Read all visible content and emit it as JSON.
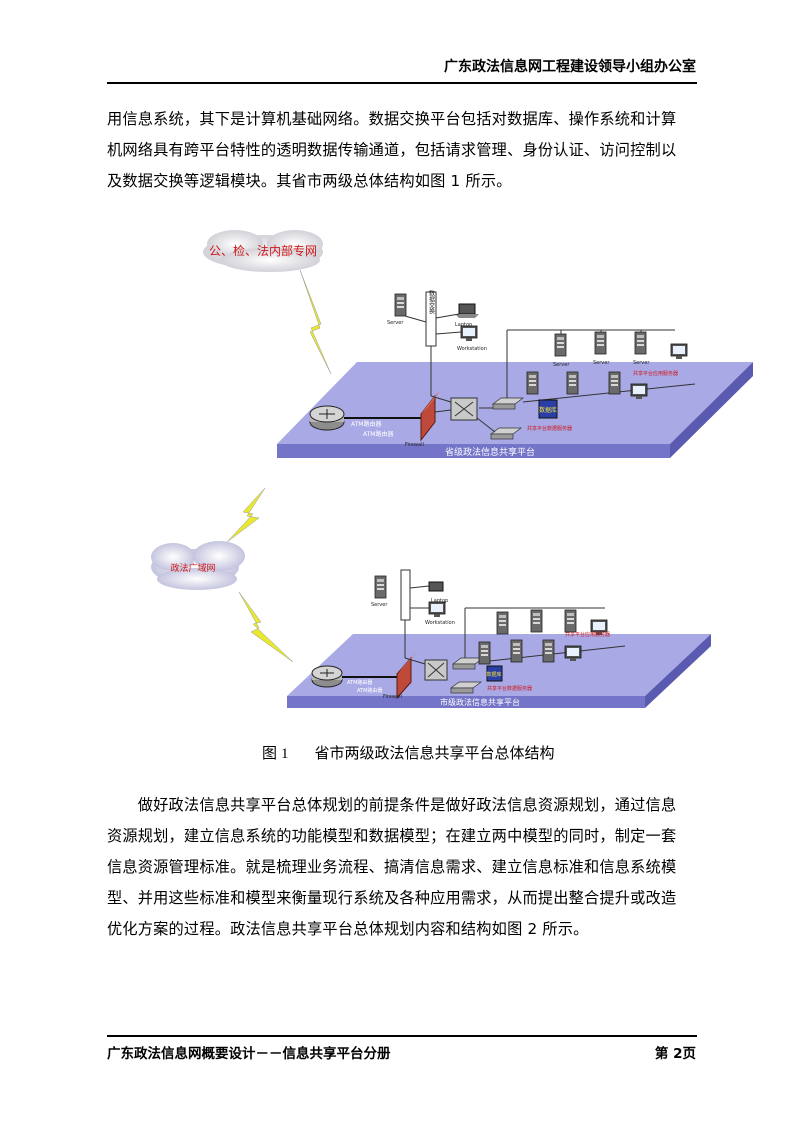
{
  "header": {
    "title": "广东政法信息网工程建设领导小组办公室"
  },
  "intro_lines": [
    "用信息系统，其下是计算机基础网络。数据交换平台包括对数据库、操作系统和计算",
    "机网络具有跨平台特性的透明数据传输通道，包括请求管理、身份认证、访问控制以",
    "及数据交换等逻辑模块。其省市两级总体结构如图 1 所示。"
  ],
  "figure": {
    "cloud_top": "公、检、法内部专网",
    "cloud_mid": "政法广域网",
    "province": {
      "platform_label": "省级政法信息共享平台",
      "router_label": "ATM路由器",
      "router_sub": "ATM路由器",
      "firewall_label": "Firewall",
      "server_label": "Server",
      "laptop_label": "Laptop",
      "workstation_label": "Workstation",
      "exchange_label": "数据交换",
      "db_label": "数据库",
      "app_label": "共享平台应用服务器",
      "db_server_label": "共享平台数据服务器"
    },
    "city": {
      "platform_label": "市级政法信息共享平台",
      "router_label": "ATM路由器",
      "router_sub": "ATM路由器",
      "firewall_label": "Firewall",
      "server_label": "Server",
      "laptop_label": "Laptop",
      "workstation_label": "Workstation",
      "db_label": "数据库",
      "app_label": "共享平台应用服务器",
      "db_server_label": "共享平台数据服务器"
    }
  },
  "caption": {
    "prefix": "图",
    "number": "1",
    "text": "省市两级政法信息共享平台总体结构"
  },
  "body_lines": [
    "　　做好政法信息共享平台总体规划的前提条件是做好政法信息资源规划，通过信息",
    "资源规划，建立信息系统的功能模型和数据模型；在建立两中模型的同时，制定一套",
    "信息资源管理标准。就是梳理业务流程、搞清信息需求、建立信息标准和信息系统模",
    "型、并用这些标准和模型来衡量现行系统及各种应用需求，从而提出整合提升或改造",
    "优化方案的过程。政法信息共享平台总体规划内容和结构如图 2 所示。"
  ],
  "footer": {
    "left": "广东政法信息网概要设计－－信息共享平台分册",
    "right": "第 2页"
  },
  "colors": {
    "platform": "#a9a9e6",
    "platform_side": "#7474c8",
    "lightning": "#e8e830",
    "firewall": "#c04a3a",
    "label_red": "#d01818"
  }
}
